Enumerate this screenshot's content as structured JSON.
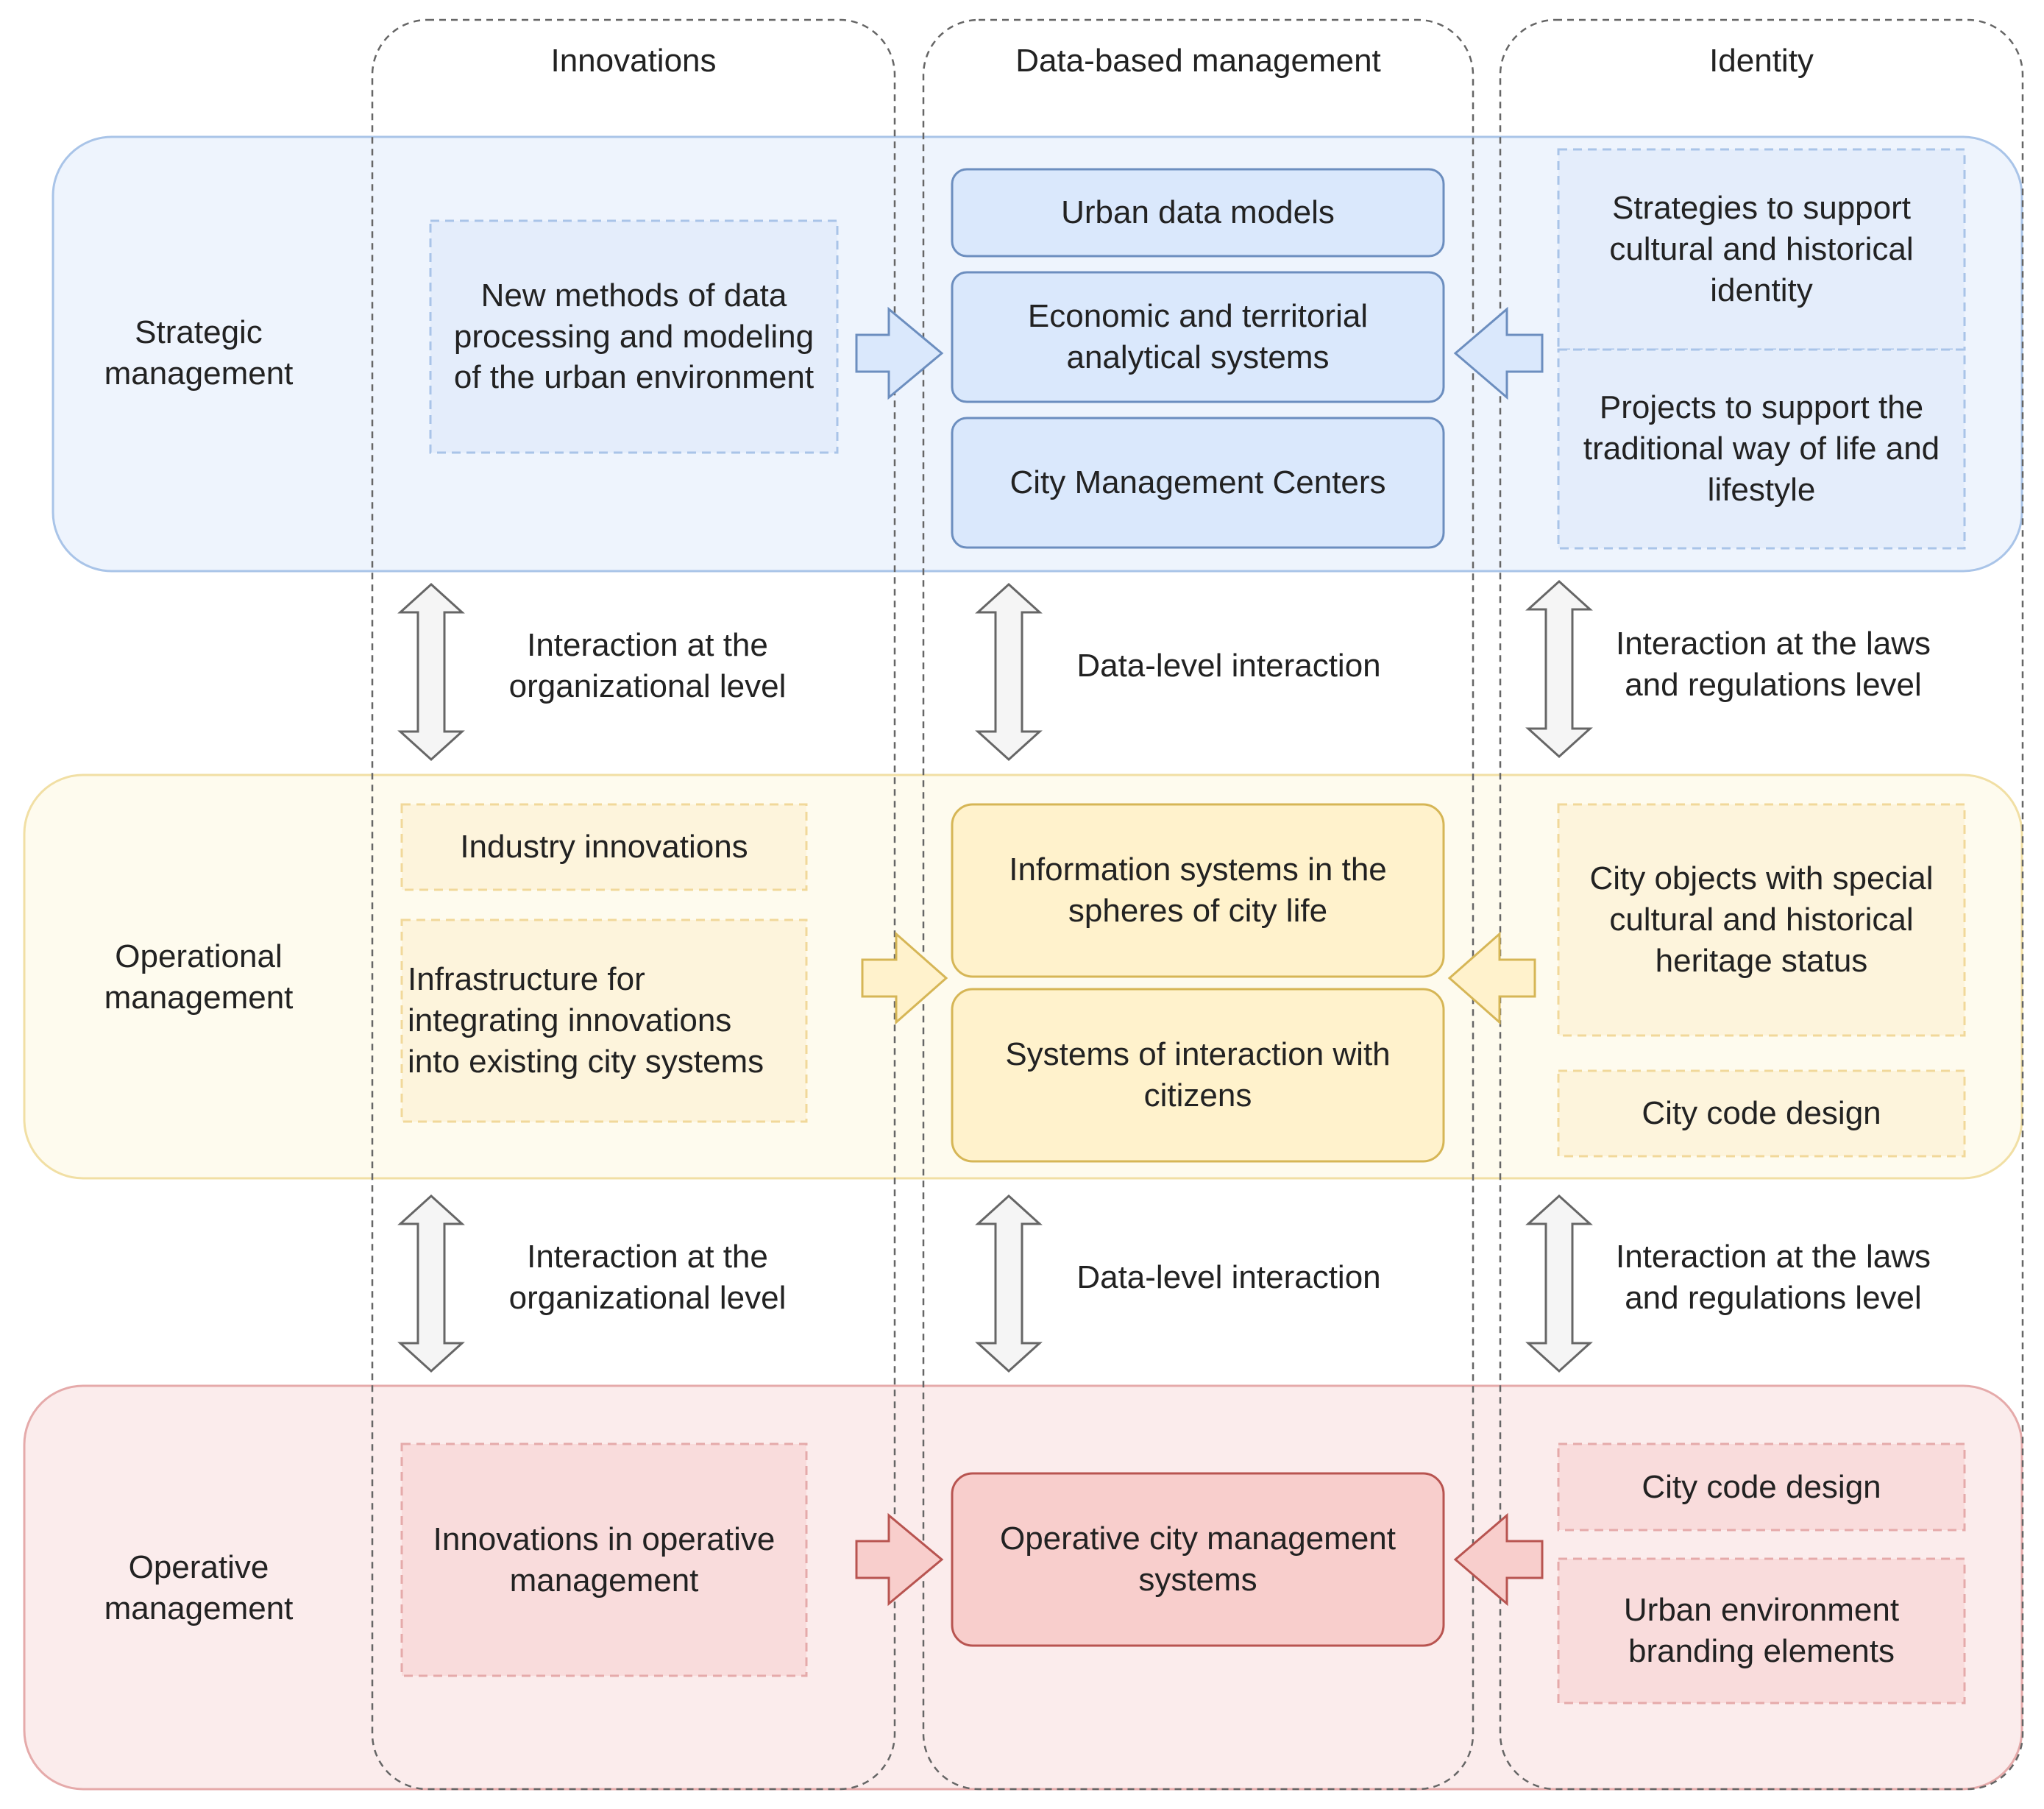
{
  "columns": [
    {
      "id": "innovations",
      "label": "Innovations"
    },
    {
      "id": "data",
      "label": "Data-based management"
    },
    {
      "id": "identity",
      "label": "Identity"
    }
  ],
  "bands": [
    {
      "id": "strategic",
      "label": "Strategic\nmanagement",
      "fill": "#eef4fd",
      "stroke": "#a9c4e8"
    },
    {
      "id": "operational",
      "label": "Operational\nmanagement",
      "fill": "#fefbee",
      "stroke": "#f1dfa4"
    },
    {
      "id": "operative",
      "label": "Operative\nmanagement",
      "fill": "#fbecec",
      "stroke": "#e5aaaa"
    }
  ],
  "strategic": {
    "innovations": [
      "New methods of data\nprocessing and modeling\nof the urban environment"
    ],
    "data": [
      "Urban data models",
      "Economic and territorial\nanalytical systems",
      "City Management Centers"
    ],
    "identity": [
      "Strategies to support\ncultural and historical\nidentity",
      "Projects to support the\ntraditional way of life and\nlifestyle"
    ]
  },
  "operational": {
    "innovations": [
      "Industry innovations",
      "Infrastructure for\nintegrating innovations\ninto existing city systems"
    ],
    "data": [
      "Information systems in the\nspheres of city life",
      "Systems of interaction with\ncitizens"
    ],
    "identity": [
      "City objects with special\ncultural and historical\nheritage status",
      "City code design"
    ]
  },
  "operative": {
    "innovations": [
      "Innovations in operative\nmanagement"
    ],
    "data": [
      "Operative city management\nsystems"
    ],
    "identity": [
      "City code design",
      "Urban environment\nbranding elements"
    ]
  },
  "interactions": [
    {
      "left": "Interaction at the\norganizational level",
      "middle": "Data-level interaction",
      "right": "Interaction at the laws\nand regulations level"
    },
    {
      "left": "Interaction at the\norganizational level",
      "middle": "Data-level interaction",
      "right": "Interaction at the laws\nand regulations level"
    }
  ],
  "colors": {
    "blue_box": "#dae8fc",
    "blue_stroke": "#6c8ebf",
    "yellow_box": "#fff2cc",
    "yellow_stroke": "#d6b656",
    "red_box": "#f8cecc",
    "red_stroke": "#b85450",
    "arrow_gray_fill": "#f5f5f5",
    "arrow_gray_stroke": "#666666"
  }
}
